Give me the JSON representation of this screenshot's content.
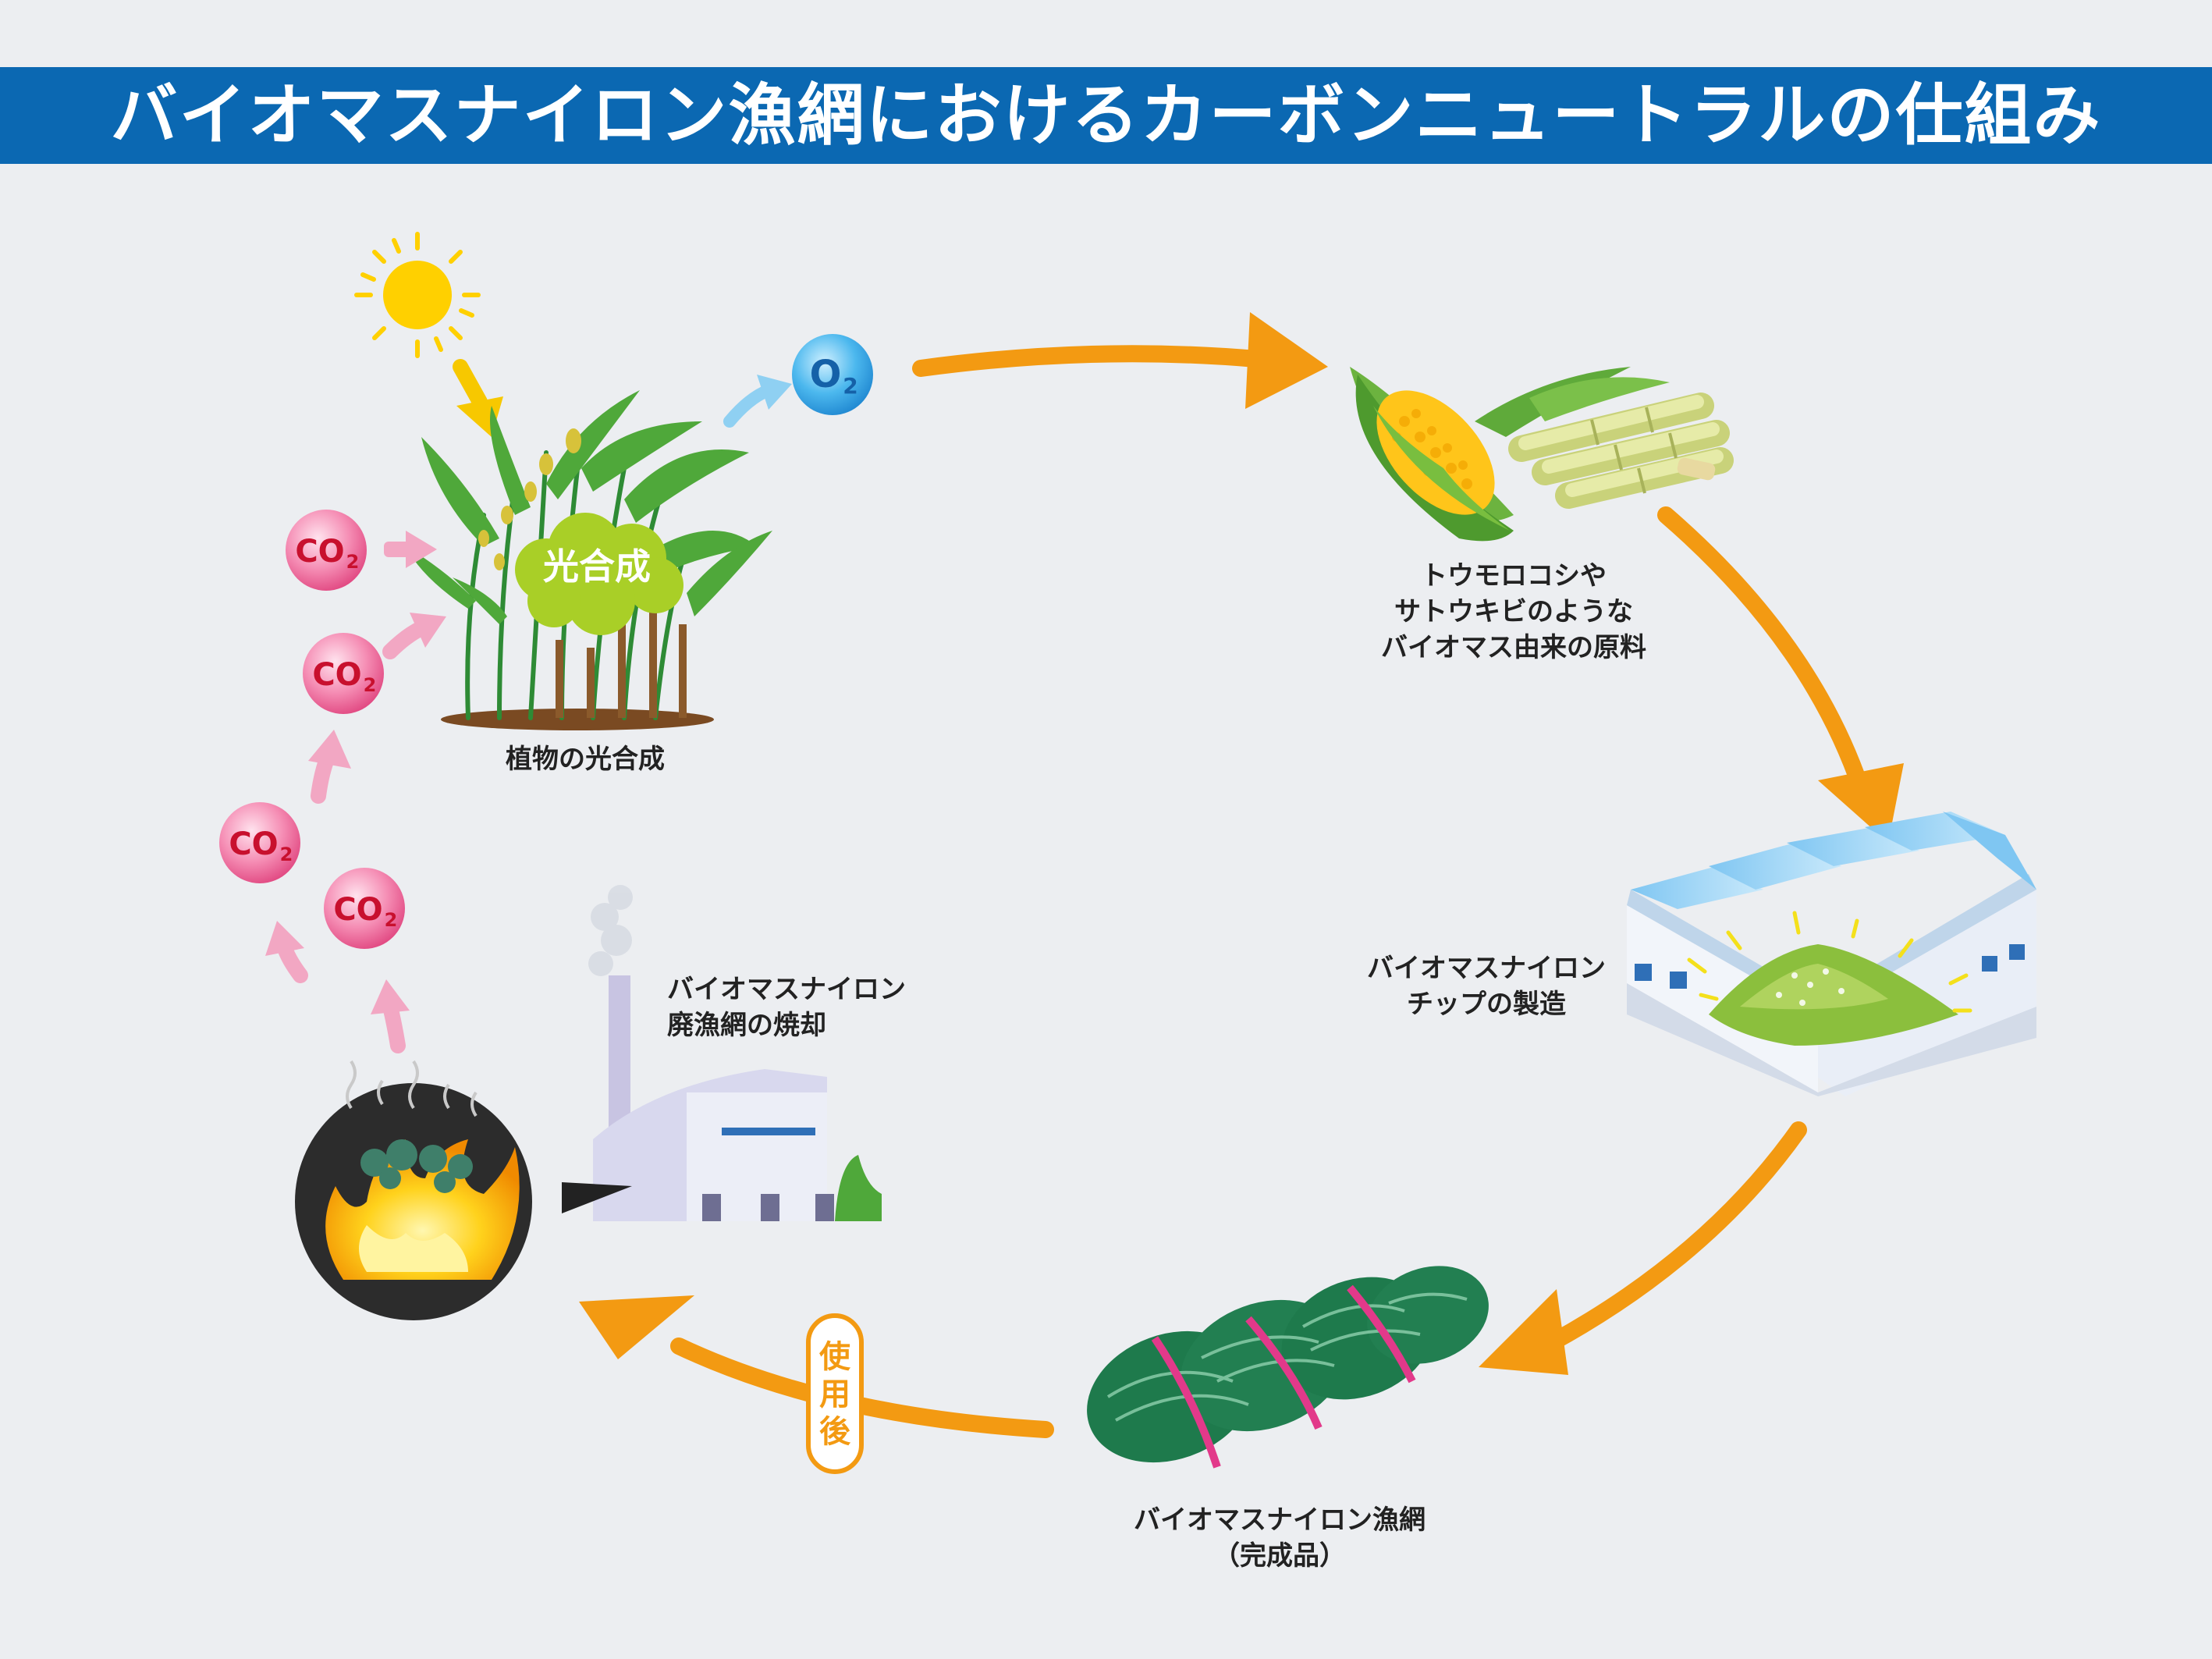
{
  "header": {
    "title": "バイオマスナイロン漁網におけるカーボンニュートラルの仕組み",
    "background_color": "#0B68B2"
  },
  "stages": {
    "photosynthesis": {
      "badge": "光合成",
      "caption": "植物の光合成"
    },
    "raw_material": {
      "lines": [
        "トウモロコシや",
        "サトウキビのような",
        "バイオマス由来の原料"
      ]
    },
    "chip": {
      "lines": [
        "バイオマスナイロン",
        "チップの製造"
      ]
    },
    "net": {
      "lines": [
        "バイオマスナイロン漁網",
        "（完成品）"
      ]
    },
    "incineration": {
      "lines": [
        "バイオマスナイロン",
        "廃漁網の焼却"
      ]
    }
  },
  "after_use_label": [
    "使",
    "用",
    "後"
  ],
  "molecules": {
    "oxygen": "O2",
    "co2": "CO2"
  },
  "colors": {
    "cycle_arrow": "#F39A12",
    "co2_pink": "#E0457F",
    "co2_arrow": "#F2A7C3",
    "o2_blue": "#1E9BE0",
    "sun": "#FFD000",
    "leaf_green": "#8BC53F",
    "net_green": "#1E7A4C",
    "strap_pink": "#E2398A"
  },
  "icons": [
    "sun-icon",
    "plants-icon",
    "corn-icon",
    "sugarcane-icon",
    "factory-icon",
    "fishing-net-icon",
    "fire-icon",
    "incinerator-icon"
  ]
}
